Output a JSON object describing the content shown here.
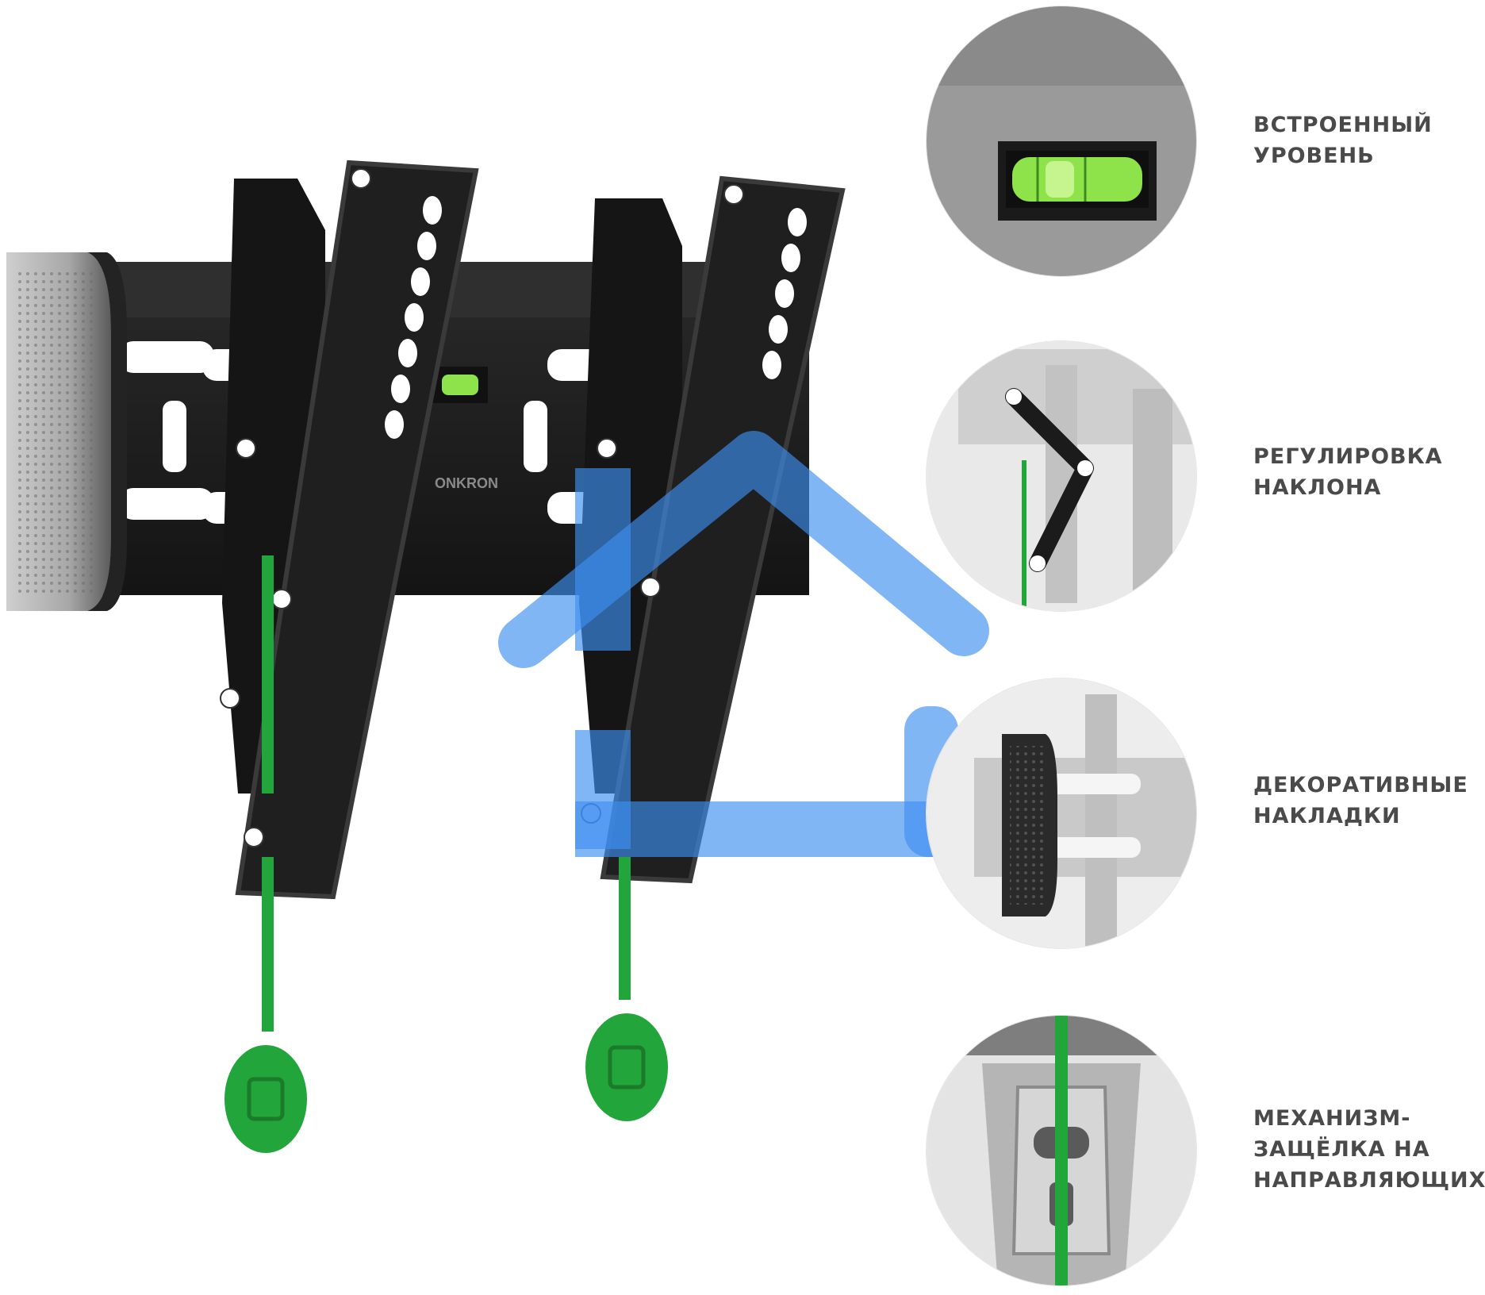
{
  "brand": {
    "label": "ONKRON"
  },
  "features": [
    {
      "label": "ВСТРОЕННЫЙ\nУРОВЕНЬ",
      "icon": "bubble-level-icon"
    },
    {
      "label": "РЕГУЛИРОВКА\nНАКЛОНА",
      "icon": "tilt-arm-icon"
    },
    {
      "label": "ДЕКОРАТИВНЫЕ\nНАКЛАДКИ",
      "icon": "cover-plate-icon"
    },
    {
      "label": "МЕХАНИЗМ-\nЗАЩЁЛКА НА\nНАПРАВЛЯЮЩИХ",
      "icon": "latch-mechanism-icon"
    }
  ],
  "colors": {
    "metal": "#1b1b1b",
    "metal_edge": "#3a3a3a",
    "accent_green": "#22a53a",
    "level_green": "#8fe34a",
    "overlay_blue": "#3d8ff0",
    "label_gray": "#4a4a4a",
    "circle_bg": "#9a9a9a"
  }
}
